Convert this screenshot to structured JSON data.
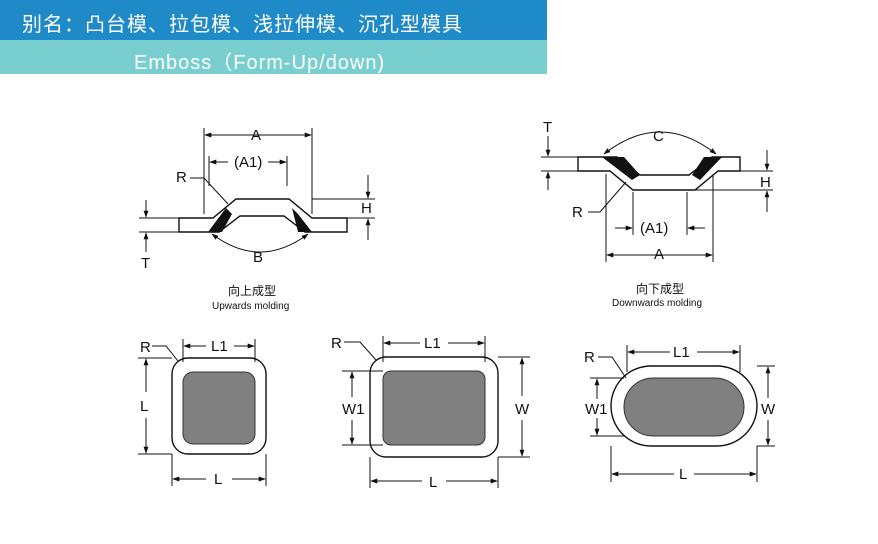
{
  "header": {
    "title": "别名：凸台模、拉包模、浅拉伸模、沉孔型模具",
    "subtitle": "Emboss（Form-Up/down)"
  },
  "colors": {
    "banner_top": "#1f8ac8",
    "banner_bottom": "#79cfd0",
    "shape_fill": "#808080"
  },
  "upwards": {
    "labels": {
      "A": "A",
      "A1": "(A1)",
      "R": "R",
      "H": "H",
      "T": "T",
      "B": "B"
    },
    "caption_cn": "向上成型",
    "caption_en": "Upwards molding"
  },
  "downwards": {
    "labels": {
      "C": "C",
      "T": "T",
      "H": "H",
      "R": "R",
      "A1": "(A1)",
      "A": "A"
    },
    "caption_cn": "向下成型",
    "caption_en": "Downwards molding"
  },
  "square": {
    "labels": {
      "R": "R",
      "L1": "L1",
      "L": "L",
      "L_bottom": "L"
    }
  },
  "rectangle": {
    "labels": {
      "R": "R",
      "L1": "L1",
      "W1": "W1",
      "W": "W",
      "L": "L"
    }
  },
  "obround": {
    "labels": {
      "R": "R",
      "L1": "L1",
      "W1": "W1",
      "W": "W",
      "L": "L"
    }
  }
}
